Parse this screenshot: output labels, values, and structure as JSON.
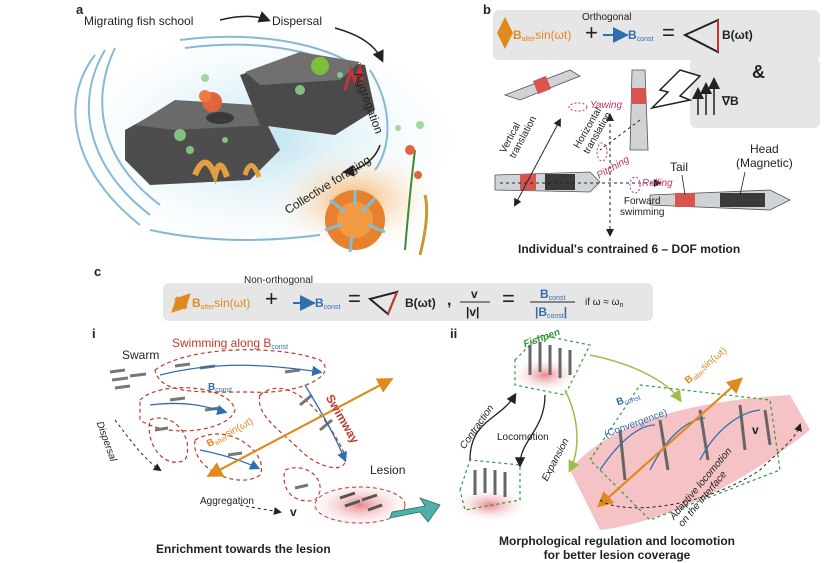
{
  "panels": {
    "a": {
      "label": "a",
      "migrating": "Migrating fish school",
      "dispersal": "Dispersal",
      "aggregation": "Aggregation",
      "collective": "Collective foraging"
    },
    "b": {
      "label": "b",
      "orthogonal": "Orthogonal",
      "b_alter_sin": "B",
      "alter_sub": "alter",
      "sin_wt": "sin(ωt)",
      "plus": "+",
      "b_const": "B",
      "const_sub": "const",
      "equals": "=",
      "b_wt": "B(ωt)",
      "amp": "&",
      "grad_b": "∇B",
      "yawing": "Yawing",
      "vertical": "Vertical",
      "translation1": "translation",
      "horizontal": "Horizontal",
      "translation2": "translation",
      "pitching": "Pitching",
      "rolling": "Rolling",
      "forward": "Forward",
      "swimming": "swimming",
      "tail": "Tail",
      "head": "Head",
      "magnetic": "(Magnetic)",
      "caption": "Individual's contrained 6 – DOF motion"
    },
    "c": {
      "label": "c",
      "nonorth": "Non-orthogonal",
      "b_alter": "B",
      "alter_sub": "alter",
      "sin_wt": "sin(ωt)",
      "plus": "+",
      "b_const": "B",
      "const_sub": "const",
      "equals": "=",
      "b_wt": "B(ωt)",
      "comma": ",",
      "v": "v",
      "abs_v": "|v|",
      "equals2": "=",
      "bconst_num": "B",
      "bconst_den": "|B",
      "bconst_den_end": "|",
      "condition": "if ω ≈ ω",
      "cond_sub": "n"
    },
    "ci": {
      "label": "i",
      "swarm": "Swarm",
      "swimming_along": "Swimming along B",
      "const_sub": "const",
      "swimway": "Swimway",
      "b_const": "B",
      "b_const_sub": "const",
      "b_alter_sin": "B",
      "alter_sub": "alter",
      "sin_wt": "sin(ωt)",
      "dispersal": "Dispersal",
      "lesion": "Lesion",
      "aggregation": "Aggregation",
      "v": "v",
      "caption": "Enrichment towards the lesion"
    },
    "cii": {
      "label": "ii",
      "fishpen": "Fishpen",
      "contraction": "Contraction",
      "locomotion": "Locomotion",
      "expansion": "Expansion",
      "b_const": "B",
      "const_sub": "const",
      "convergence": "(Convergence)",
      "b_alter": "B",
      "alter_sub": "alter",
      "sin_wt": "sin(ωt)",
      "adaptive1": "Adaptive locomotion",
      "adaptive2": "on the interface",
      "v": "v",
      "caption1": "Morphological regulation and locomotion",
      "caption2": "for better lesion coverage"
    }
  },
  "colors": {
    "orange": "#e08a1e",
    "blue": "#2f6fae",
    "pink": "#c2306a",
    "green": "#2f9a3c",
    "red_dash": "#c0392b",
    "box": "#e6e6e6"
  }
}
